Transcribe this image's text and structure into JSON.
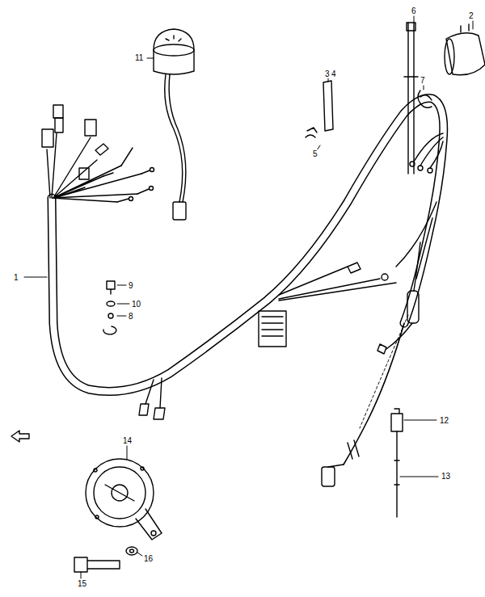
{
  "diagram": {
    "labels": [
      "6",
      "2",
      "11",
      "3",
      "4",
      "7",
      "5",
      "1",
      "9",
      "10",
      "8",
      "14",
      "12",
      "13",
      "16",
      "15"
    ]
  }
}
